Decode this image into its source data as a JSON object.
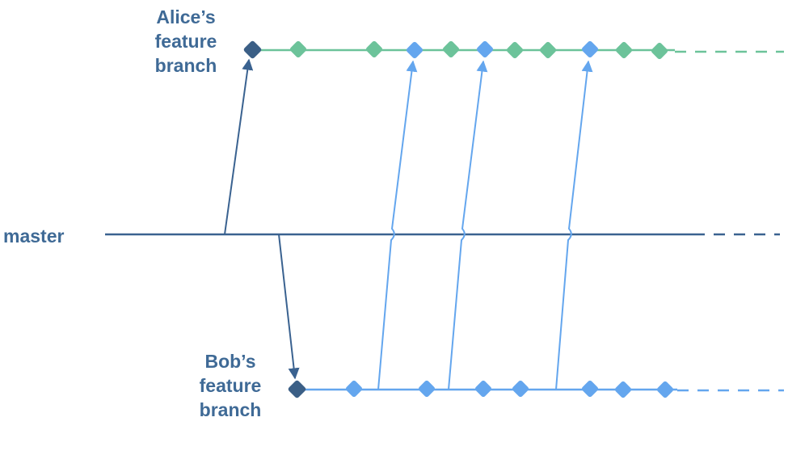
{
  "labels": {
    "master": "master",
    "alice": [
      "Alice’s",
      "feature",
      "branch"
    ],
    "bob": [
      "Bob’s",
      "feature",
      "branch"
    ]
  },
  "colors": {
    "label": "#3f6a96",
    "master_line": "#3a6290",
    "branch_start_node": "#3b5f86",
    "alice_line": "#6cc39a",
    "alice_commit": "#6cc39a",
    "bob_line": "#64a6ee",
    "bob_commit": "#64a6ee",
    "merge_arrow": "#64a6ee",
    "branch_off_arrow": "#3a6290"
  },
  "branches": [
    {
      "name": "master",
      "line_style": "solid, dashed continuation"
    },
    {
      "name": "alice",
      "commits": [
        "start",
        "alice",
        "alice",
        "merged-from-bob",
        "alice",
        "merged-from-bob",
        "alice",
        "alice",
        "merged-from-bob",
        "alice",
        "alice"
      ]
    },
    {
      "name": "bob",
      "commits": [
        "start",
        "bob",
        "bob",
        "bob",
        "bob",
        "bob",
        "bob",
        "bob"
      ]
    }
  ],
  "edges": [
    {
      "from": "master",
      "to": "alice",
      "kind": "branch-off"
    },
    {
      "from": "master",
      "to": "bob",
      "kind": "branch-off"
    },
    {
      "from": "bob",
      "to": "alice",
      "kind": "merge",
      "count": 3
    }
  ]
}
